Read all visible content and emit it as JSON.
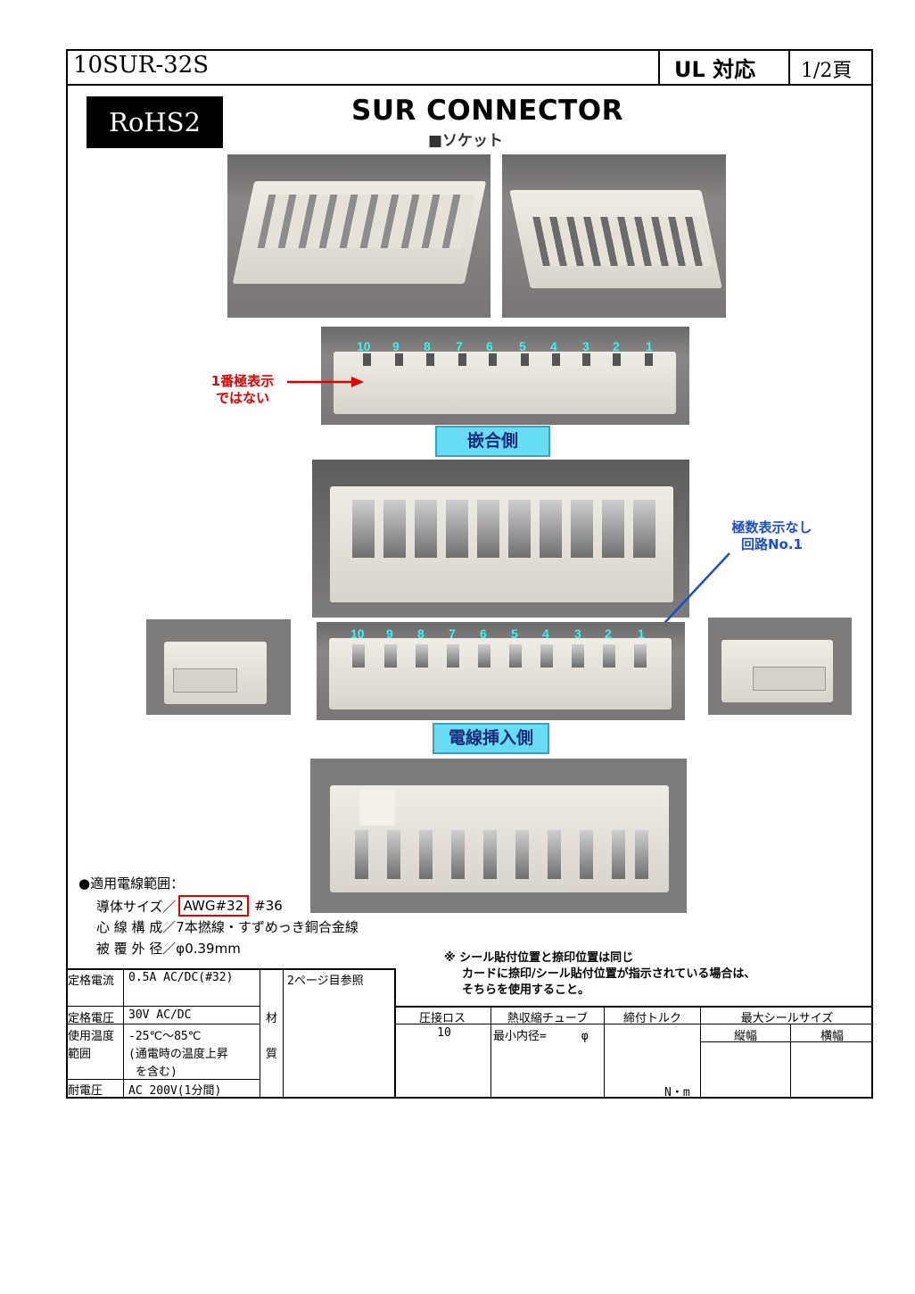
{
  "header": {
    "part_number": "10SUR-32S",
    "ul_label": "UL 対応",
    "page_label": "1/2頁"
  },
  "rohs_badge": "RoHS2",
  "title": {
    "main": "SUR CONNECTOR",
    "sub": "■ソケット"
  },
  "mating_side": {
    "pins": [
      "10",
      "9",
      "8",
      "7",
      "6",
      "5",
      "4",
      "3",
      "2",
      "1"
    ],
    "annotation_line1": "1番極表示",
    "annotation_line2": "ではない",
    "label": "嵌合側"
  },
  "wire_side": {
    "pins": [
      "10",
      "9",
      "8",
      "7",
      "6",
      "5",
      "4",
      "3",
      "2",
      "1"
    ],
    "annotation_line1": "極数表示なし",
    "annotation_line2": "回路No.1",
    "label": "電線挿入側"
  },
  "wire_range": {
    "heading": "●適用電線範囲：",
    "conductor_prefix": "導体サイズ／",
    "conductor_highlight": "AWG#32",
    "conductor_suffix": "#36",
    "core": "心 線 構 成／7本撚線・すずめっき銅合金線",
    "outer": "被 覆 外 径／φ0.39mm"
  },
  "note": {
    "line1": "※ シール貼付位置と捺印位置は同じ",
    "line2": "カードに捺印/シール貼付位置が指示されている場合は、",
    "line3": "そちらを使用すること。"
  },
  "spec_table": {
    "rated_current_label": "定格電流",
    "rated_current_value": "0.5A AC/DC(#32)",
    "rated_voltage_label": "定格電圧",
    "rated_voltage_value": "30V AC/DC",
    "temp_label_1": "使用温度",
    "temp_label_2": "範囲",
    "temp_value_1": "-25℃～85℃",
    "temp_value_2": "(通電時の温度上昇",
    "temp_value_3": "を含む)",
    "withstand_label": "耐電圧",
    "withstand_value": "AC 200V(1分間)",
    "material_label_1": "材",
    "material_label_2": "質",
    "material_value": "2ページ目参照"
  },
  "process_table": {
    "crimp_loss_label": "圧接ロス",
    "crimp_loss_value": "10",
    "shrink_tube_label": "熱収縮チューブ",
    "shrink_tube_value": "最小内径=　　　φ",
    "torque_label": "締付トルク",
    "torque_unit": "N・m",
    "max_seal_label": "最大シールサイズ",
    "height_label": "縦幅",
    "width_label": "横幅"
  }
}
